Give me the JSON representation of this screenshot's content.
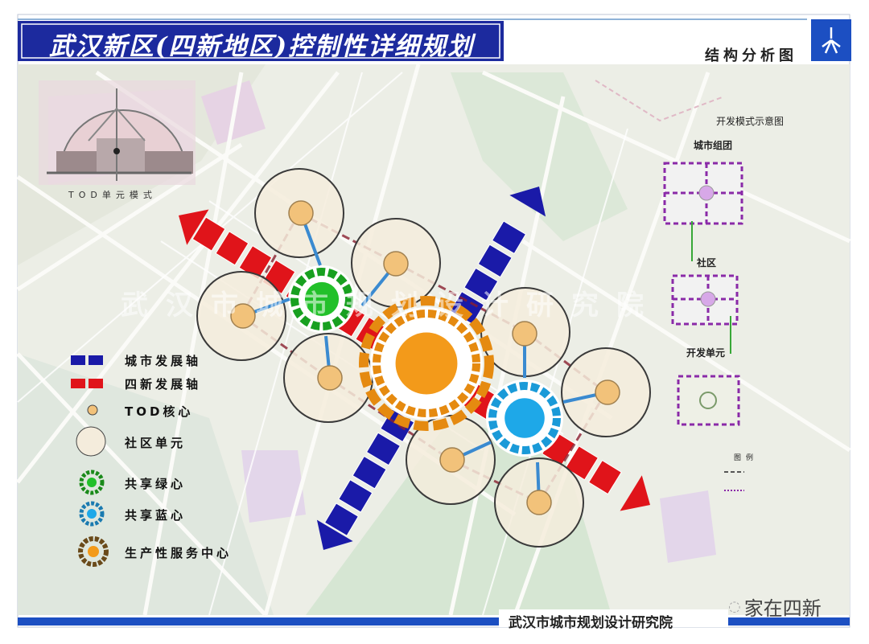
{
  "header": {
    "title": "武汉新区(四新地区)控制性详细规划",
    "subtitle": "结构分析图"
  },
  "inset": {
    "caption": "TOD单元模式"
  },
  "legend": {
    "items": [
      {
        "label": "城市发展轴",
        "icon": "blue-axis-icon",
        "color": "#1a1aa8"
      },
      {
        "label": "四新发展轴",
        "icon": "red-axis-icon",
        "color": "#e0141a"
      },
      {
        "label": "TOD核心",
        "icon": "tod-core-icon",
        "color": "#f2c27a"
      },
      {
        "label": "社区单元",
        "icon": "community-unit-icon",
        "color": "#f4ecdc"
      },
      {
        "label": "共享绿心",
        "icon": "green-core-icon",
        "color": "#22c02a"
      },
      {
        "label": "共享蓝心",
        "icon": "blue-core-icon",
        "color": "#1ea8e8"
      },
      {
        "label": "生产性服务中心",
        "icon": "service-center-icon",
        "color": "#f39a1a"
      }
    ]
  },
  "side_panel": {
    "title": "开发模式示意图",
    "sections": [
      "城市组团",
      "社区",
      "开发单元"
    ],
    "legend_title": "图例"
  },
  "watermark": "武汉市城市规划设计研究院",
  "footer": {
    "institute": "武汉市城市规划设计研究院",
    "account": "家在四新"
  }
}
